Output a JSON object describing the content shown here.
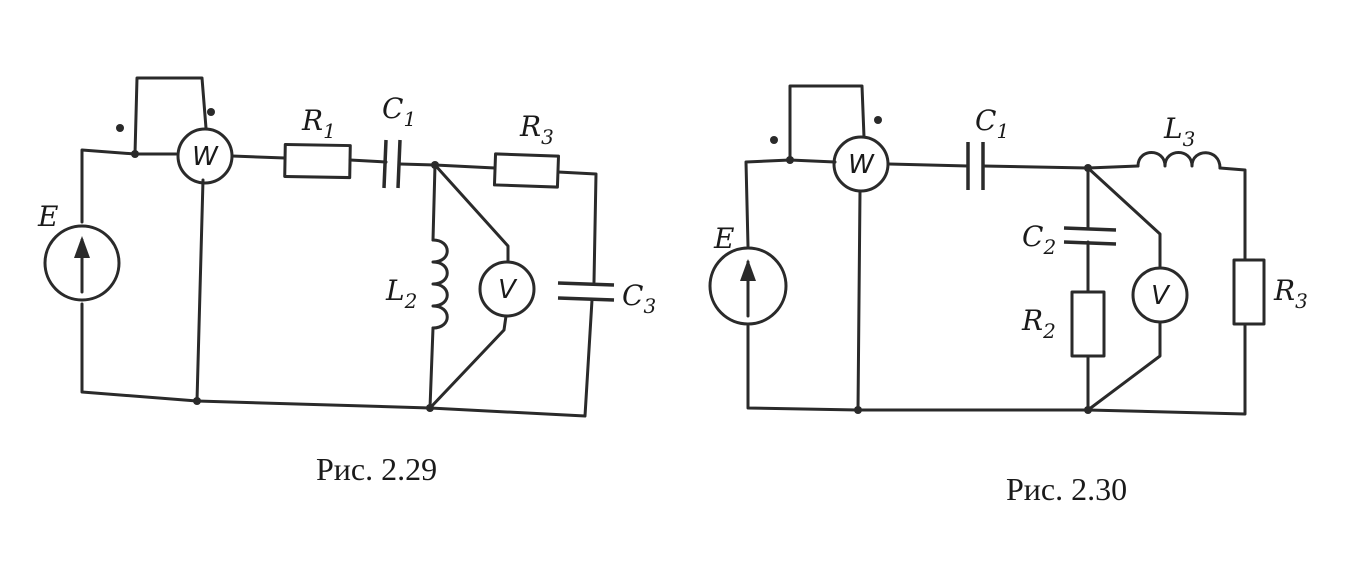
{
  "figures": [
    {
      "caption": "Рис. 2.29",
      "labels": {
        "source": "E",
        "wattmeter": "W",
        "voltmeter": "V",
        "r1": "R",
        "r1_sub": "1",
        "c1": "C",
        "c1_sub": "1",
        "r3": "R",
        "r3_sub": "3",
        "l2": "L",
        "l2_sub": "2",
        "c3": "C",
        "c3_sub": "3"
      }
    },
    {
      "caption": "Рис. 2.30",
      "labels": {
        "source": "E",
        "wattmeter": "W",
        "voltmeter": "V",
        "c1": "C",
        "c1_sub": "1",
        "l3": "L",
        "l3_sub": "3",
        "c2": "C",
        "c2_sub": "2",
        "r2": "R",
        "r2_sub": "2",
        "r3": "R",
        "r3_sub": "3"
      }
    }
  ]
}
